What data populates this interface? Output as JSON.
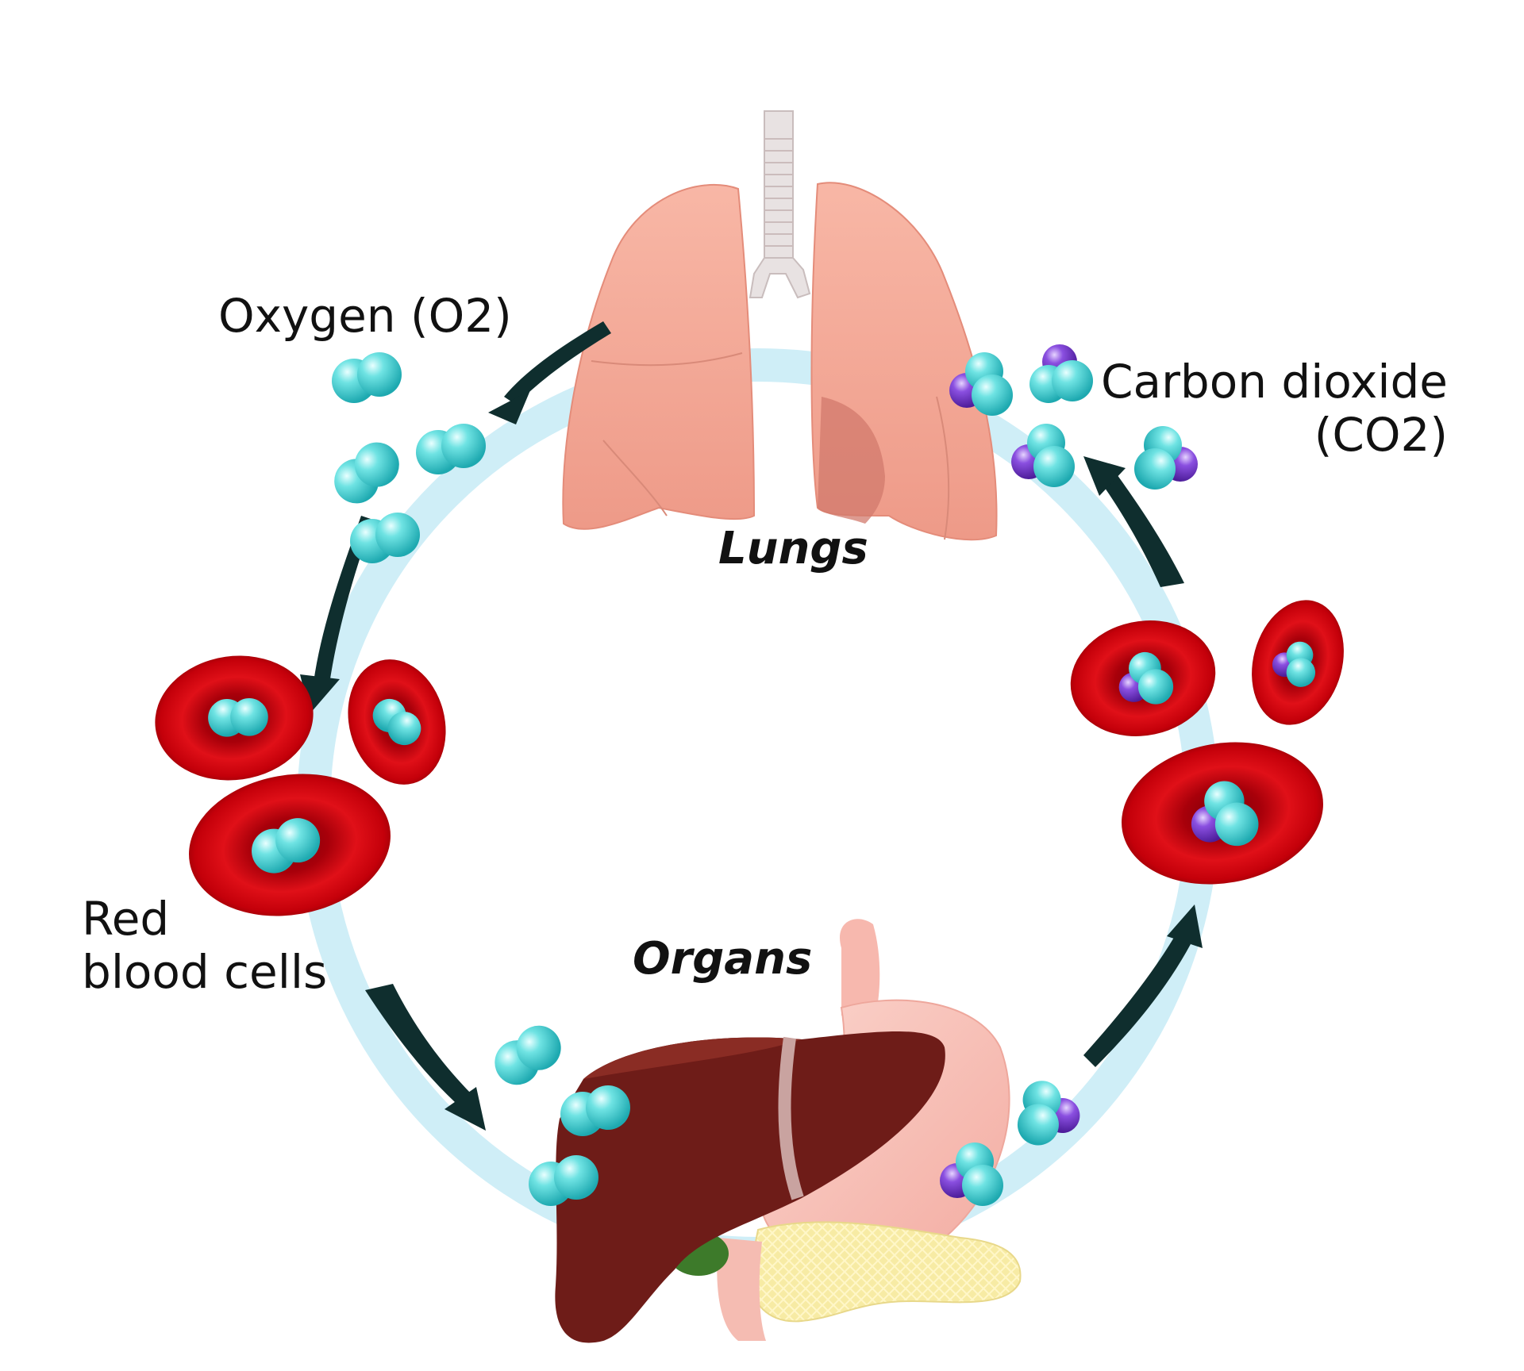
{
  "labels": {
    "oxygen": "Oxygen (O2)",
    "carbon_dioxide_line1": "Carbon dioxide",
    "carbon_dioxide_line2": "(CO2)",
    "red_blood_cells_line1": "Red",
    "red_blood_cells_line2": "blood cells",
    "lungs": "Lungs",
    "organs": "Organs"
  },
  "icons": {
    "oxygen_molecule": "oxygen-molecule-icon",
    "co2_molecule": "co2-molecule-icon",
    "red_blood_cell": "red-blood-cell-icon"
  },
  "colors": {
    "oxygen_atom": "#3fcfcf",
    "carbon_atom": "#7a3fd0",
    "blood_cell": "#d8000a",
    "circulation_path": "#cfeef7",
    "arrow": "#0f2e2e",
    "lung": "#f4a694",
    "liver": "#6e1c18",
    "stomach": "#f7c0b8",
    "pancreas": "#f6e9a0"
  }
}
